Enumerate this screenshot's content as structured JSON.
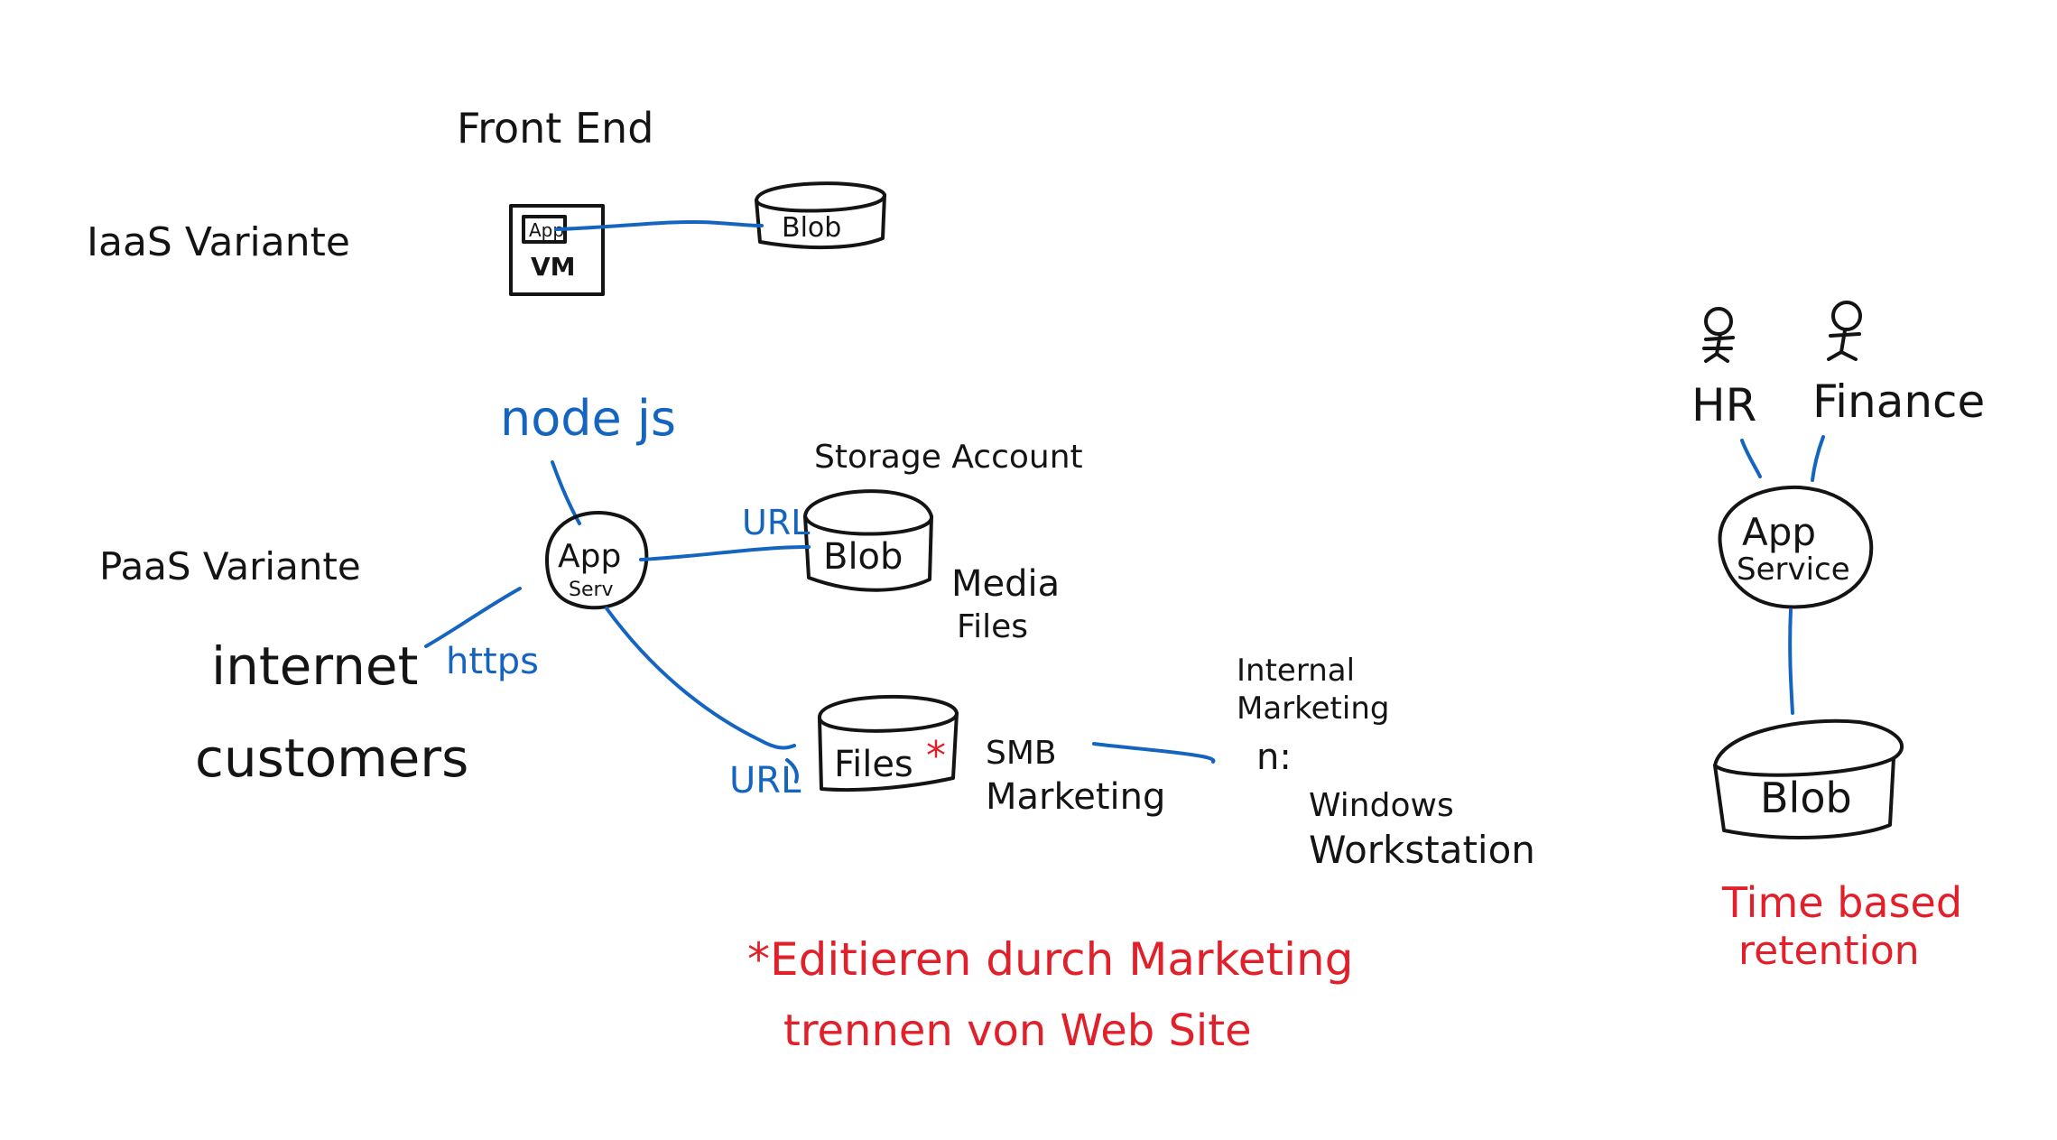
{
  "colors": {
    "ink": "#141414",
    "connector": "#1565c0",
    "annotation": "#e0202a",
    "background": "#ffffff"
  },
  "iaas": {
    "variant_label": "IaaS Variante",
    "heading": "Front End",
    "vm_label": "VM",
    "app_label": "App",
    "blob_label": "Blob"
  },
  "paas": {
    "variant_label": "PaaS Variante",
    "tech_label": "node js",
    "app_service_line1": "App",
    "app_service_line2": "Serv",
    "storage_account_label": "Storage Account",
    "blob_label": "Blob",
    "blob_connector_label": "URL",
    "blob_note_line1": "Media",
    "blob_note_line2": "Files",
    "client_line1": "internet",
    "client_line2": "customers",
    "client_connector_label": "https",
    "files_label": "Files",
    "files_marker": "*",
    "files_connector_label": "URL",
    "smb_line1": "SMB",
    "smb_line2": "Marketing",
    "workstation_group_line1": "Internal",
    "workstation_group_line2": "Marketing",
    "workstation_count": "n:",
    "workstation_line1": "Windows",
    "workstation_line2": "Workstation"
  },
  "internal": {
    "user1_label": "HR",
    "user2_label": "Finance",
    "app_service_line1": "App",
    "app_service_line2": "Service",
    "blob_label": "Blob",
    "retention_line1": "Time based",
    "retention_line2": "retention"
  },
  "notes": {
    "line1": "*Editieren durch Marketing",
    "line2": "trennen von Web Site"
  }
}
